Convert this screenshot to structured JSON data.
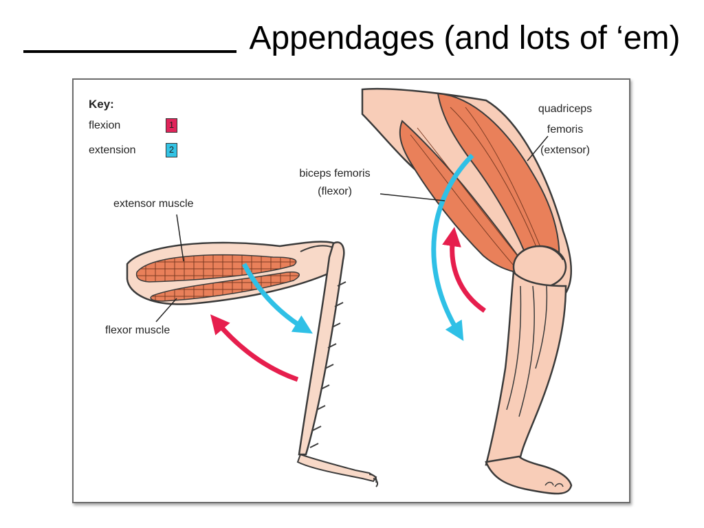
{
  "title": {
    "text": "Appendages (and lots of ‘em)"
  },
  "key": {
    "heading": "Key:",
    "items": [
      {
        "label": "flexion",
        "number": "1",
        "color": "#e0245a"
      },
      {
        "label": "extension",
        "number": "2",
        "color": "#33c3e4"
      }
    ]
  },
  "labels": {
    "extensor_muscle": "extensor muscle",
    "flexor_muscle": "flexor muscle",
    "biceps_line1": "biceps femoris",
    "biceps_line2": "(flexor)",
    "quad_line1": "quadriceps",
    "quad_line2": "femoris",
    "quad_line3": "(extensor)"
  },
  "colors": {
    "flexion_arrow": "#e61e4d",
    "extension_arrow": "#2fc0e6",
    "muscle": "#e9805a",
    "skin": "#f8cdb8",
    "outline": "#3a3a3a"
  }
}
